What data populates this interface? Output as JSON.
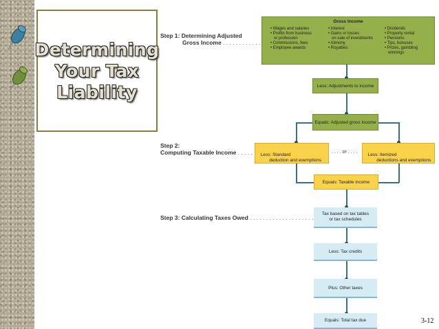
{
  "slide": {
    "title": "Determining Your Tax Liability",
    "page_number": "3-12"
  },
  "steps": {
    "step1_line1": "Step 1: Determining Adjusted",
    "step1_line2": "Gross Income",
    "step2_line1": "Step 2:",
    "step2_line2": "Computing Taxable Income",
    "step3": "Step 3: Calculating Taxes Owed"
  },
  "gross_income": {
    "title": "Gross Income",
    "col1": "• Wages and salaries\n• Profits from business\n   or profession\n• Commissions, fees\n• Employee awards",
    "col2": "• Interest\n• Gains or losses\n   on sale of investments\n• Alimony\n• Royalties",
    "col3": "• Dividends\n• Property rental\n• Pensions\n• Tips, bonuses\n• Prizes, gambling\n   winnings"
  },
  "flow": {
    "adjustments": "Less: Adjustments to income",
    "agi": "Equals: Adjusted gross income",
    "standard": "Less: Standard\n         deduction and exemptions",
    "or": ". . . . or . . . .",
    "itemized": "Less: Itemized\n         deductions and exemptions",
    "taxable": "Equals: Taxable income",
    "tax_based": "Tax based on tax tables\nor tax schedules",
    "credits": "Less: Tax credits",
    "other": "Plus: Other taxes",
    "total": "Equals: Total tax due"
  },
  "colors": {
    "green": "#94b04a",
    "yellow": "#fbd24c",
    "light_blue": "#d6ecf4",
    "connector": "#3a6f86"
  }
}
